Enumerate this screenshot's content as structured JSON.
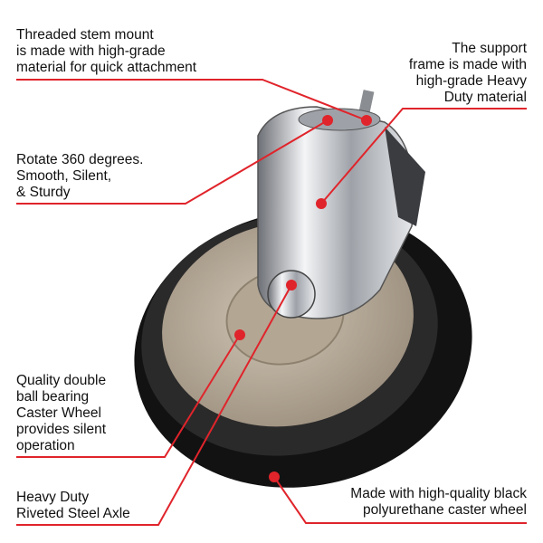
{
  "colors": {
    "accent": "#e0242b",
    "tire": "#111111",
    "hub": "#b9ad9c",
    "bracket": "#c8cbd0"
  },
  "callouts": [
    {
      "id": "stem",
      "text": "Threaded stem mount\nis made with high-grade\nmaterial for quick attachment"
    },
    {
      "id": "frame",
      "text": "The support\nframe is made with\nhigh-grade Heavy\nDuty material"
    },
    {
      "id": "rotate",
      "text": "Rotate 360 degrees.\nSmooth, Silent,\n& Sturdy"
    },
    {
      "id": "bearing",
      "text": "Quality double\nball bearing\nCaster Wheel\nprovides silent\noperation"
    },
    {
      "id": "axle",
      "text": "Heavy Duty\nRiveted Steel Axle"
    },
    {
      "id": "tire",
      "text": "Made with high-quality black\npolyurethane caster wheel"
    }
  ]
}
